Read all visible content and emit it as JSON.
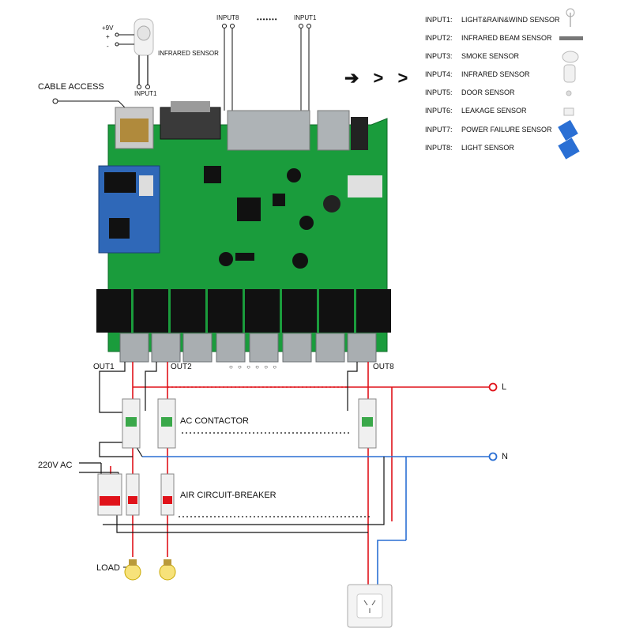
{
  "sensor_top": {
    "voltage": "+9V",
    "plus": "+",
    "minus": "-",
    "name": "INFRARED SENSOR",
    "input_tag": "INPUT1"
  },
  "inputs_top": {
    "left": "INPUT8",
    "dots": "•••••••",
    "right": "INPUT1"
  },
  "cable_access": "CABLE ACCESS",
  "arrows": "➔ > >",
  "sensor_list": [
    {
      "code": "INPUT1:",
      "name": "LIGHT&RAIN&WIND SENSOR",
      "icon": "wind-sensor-icon"
    },
    {
      "code": "INPUT2:",
      "name": "INFRARED BEAM SENSOR",
      "icon": "beam-sensor-icon"
    },
    {
      "code": "INPUT3:",
      "name": "SMOKE SENSOR",
      "icon": "smoke-sensor-icon"
    },
    {
      "code": "INPUT4:",
      "name": "INFRARED SENSOR",
      "icon": "infrared-sensor-icon"
    },
    {
      "code": "INPUT5:",
      "name": "DOOR SENSOR",
      "icon": "door-sensor-icon"
    },
    {
      "code": "INPUT6:",
      "name": "LEAKAGE SENSOR",
      "icon": "leakage-sensor-icon"
    },
    {
      "code": "INPUT7:",
      "name": "POWER FAILURE SENSOR",
      "icon": "power-failure-sensor-icon"
    },
    {
      "code": "INPUT8:",
      "name": "LIGHT SENSOR",
      "icon": "light-sensor-icon"
    }
  ],
  "outputs": {
    "out1": "OUT1",
    "out2": "OUT2",
    "dots": "○ ○ ○ ○ ○ ○",
    "out8": "OUT8"
  },
  "lines": {
    "live": "L",
    "neutral": "N"
  },
  "labels": {
    "ac_contactor": "AC CONTACTOR",
    "supply": "220V AC",
    "breaker": "AIR CIRCUIT-BREAKER",
    "load": "LOAD"
  },
  "colors": {
    "live": "#e0121a",
    "neutral": "#2a6fd4",
    "pcb": "#159a3a",
    "relay": "#111111",
    "terminal": "#9aa0a4"
  }
}
